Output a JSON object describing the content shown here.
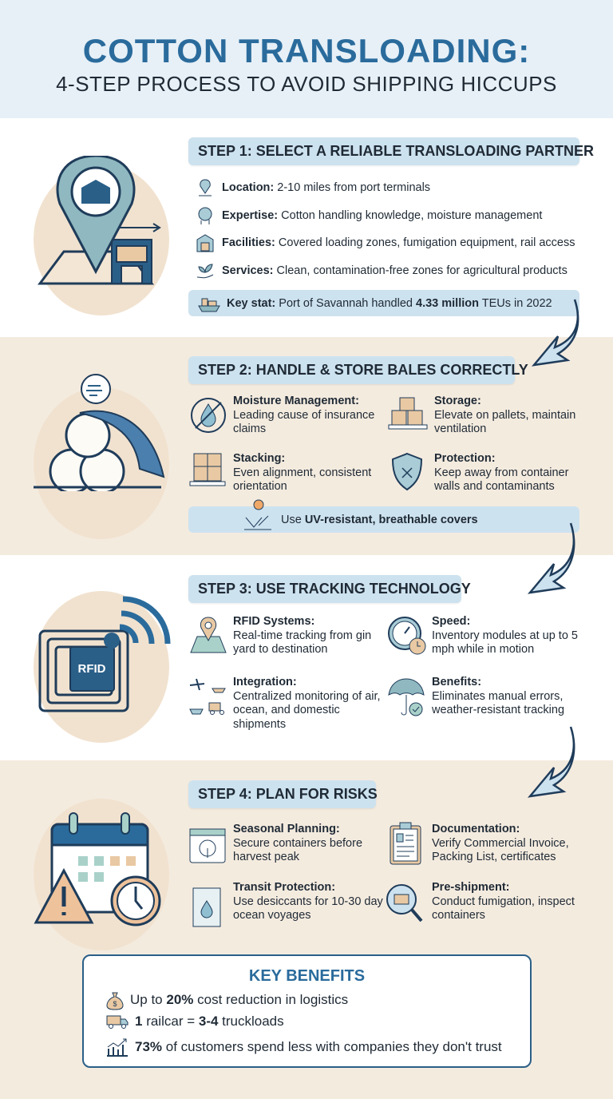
{
  "header": {
    "title": "COTTON TRANSLOADING:",
    "subtitle": "4-STEP PROCESS TO AVOID SHIPPING HICCUPS"
  },
  "colors": {
    "header_bg": "#e7f0f7",
    "beige_bg": "#f4ebdf",
    "accent_blue": "#2a6b9c",
    "pill_blue": "#cde2ef",
    "tan": "#e9c9a3"
  },
  "step1": {
    "heading": "STEP 1: SELECT A RELIABLE TRANSLOADING PARTNER",
    "items": [
      {
        "icon": "map-pin-icon",
        "label": "Location:",
        "text": " 2-10 miles from port terminals"
      },
      {
        "icon": "brain-head-icon",
        "label": "Expertise:",
        "text": " Cotton handling knowledge, moisture management"
      },
      {
        "icon": "warehouse-icon",
        "label": "Facilities:",
        "text": " Covered loading zones, fumigation equipment, rail access"
      },
      {
        "icon": "plant-hand-icon",
        "label": "Services:",
        "text": " Clean, contamination-free zones for agricultural products"
      }
    ],
    "stat": {
      "icon": "cargo-ship-icon",
      "label": "Key stat:",
      "pre": " Port of Savannah handled ",
      "bold": "4.33 million",
      "post": " TEUs in 2022"
    }
  },
  "step2": {
    "heading": "STEP 2: HANDLE & STORE BALES CORRECTLY",
    "items": [
      {
        "icon": "no-water-icon",
        "label": "Moisture Management:",
        "text": "Leading cause of insurance claims"
      },
      {
        "icon": "pallet-boxes-icon",
        "label": "Storage:",
        "text": "Elevate on pallets, maintain ventilation"
      },
      {
        "icon": "stacked-boxes-icon",
        "label": "Stacking:",
        "text": "Even alignment, consistent orientation"
      },
      {
        "icon": "shield-x-icon",
        "label": "Protection:",
        "text": "Keep away from container walls and contaminants"
      }
    ],
    "tip": {
      "icon": "sun-reflect-icon",
      "pre": "Use ",
      "bold": "UV-resistant, breathable covers"
    }
  },
  "step3": {
    "heading": "STEP 3: USE TRACKING TECHNOLOGY",
    "rfid_label": "RFID",
    "items": [
      {
        "icon": "map-location-icon",
        "label": "RFID Systems:",
        "text": "Real-time tracking from gin yard to destination"
      },
      {
        "icon": "speedometer-clock-icon",
        "label": "Speed:",
        "text": "Inventory modules at up to 5 mph while in motion"
      },
      {
        "icon": "transport-modes-icon",
        "label": "Integration:",
        "text": "Centralized monitoring of air, ocean, and domestic shipments"
      },
      {
        "icon": "umbrella-check-icon",
        "label": "Benefits:",
        "text": "Eliminates manual errors, weather-resistant tracking"
      }
    ]
  },
  "step4": {
    "heading": "STEP 4: PLAN FOR RISKS",
    "items": [
      {
        "icon": "calendar-cotton-icon",
        "label": "Seasonal Planning:",
        "text": "Secure containers before harvest peak"
      },
      {
        "icon": "clipboard-icon",
        "label": "Documentation:",
        "text": "Verify Commercial Invoice, Packing List, certificates"
      },
      {
        "icon": "desiccant-pack-icon",
        "label": "Transit Protection:",
        "text": "Use desiccants for 10-30 day ocean voyages"
      },
      {
        "icon": "magnifier-container-icon",
        "label": "Pre-shipment:",
        "text": "Conduct fumigation, inspect containers"
      }
    ]
  },
  "benefits": {
    "title": "KEY BENEFITS",
    "items": [
      {
        "icon": "money-bag-icon",
        "parts": [
          {
            "t": "Up to "
          },
          {
            "b": "20%"
          },
          {
            "t": " cost reduction in logistics"
          }
        ]
      },
      {
        "icon": "truck-icon",
        "parts": [
          {
            "b": "1"
          },
          {
            "t": " railcar = "
          },
          {
            "b": "3-4"
          },
          {
            "t": " truckloads"
          }
        ]
      },
      {
        "icon": "growth-chart-icon",
        "parts": [
          {
            "b": "73%"
          },
          {
            "t": " of customers spend less with companies they don't trust"
          }
        ]
      }
    ]
  }
}
